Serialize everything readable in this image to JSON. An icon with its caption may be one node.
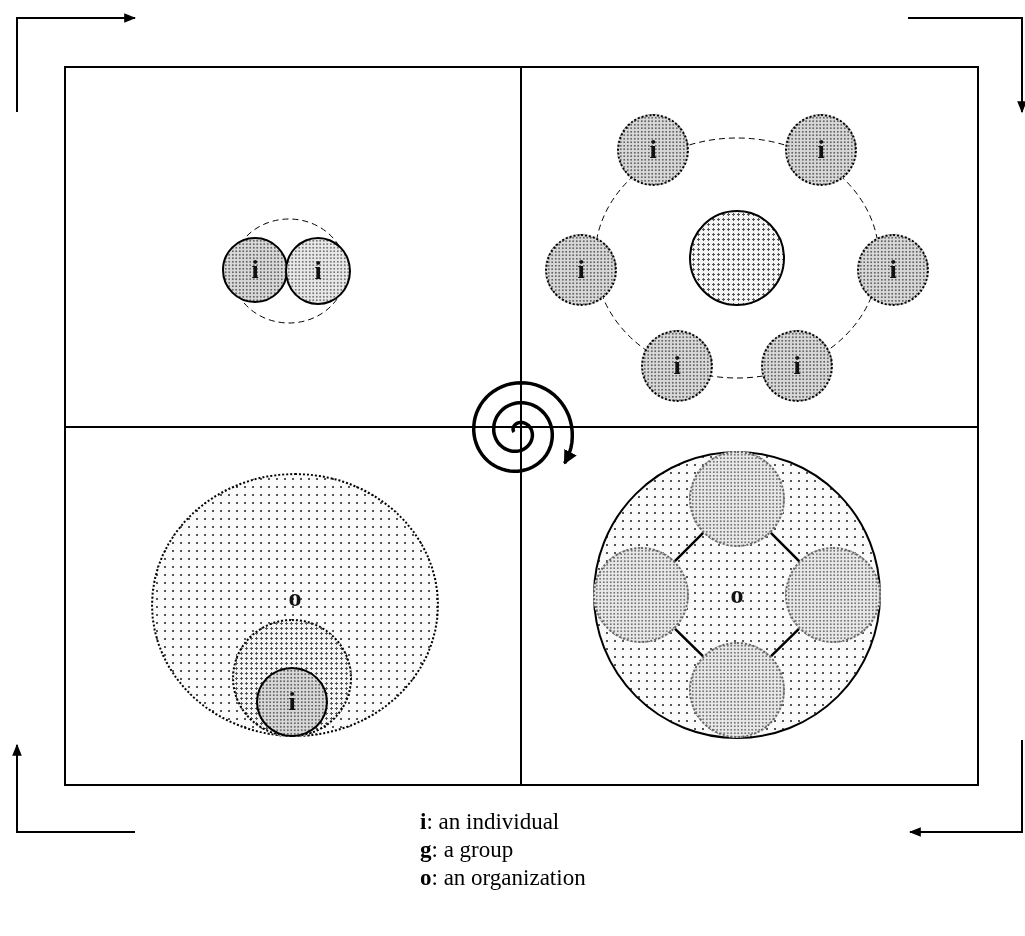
{
  "diagram": {
    "nodes": [
      {
        "text": [
          "i"
        ]
      },
      {
        "text": [
          "i"
        ]
      },
      {
        "text": [
          "i"
        ]
      },
      {
        "text": [
          "i"
        ]
      },
      {
        "text": [
          "i"
        ]
      },
      {
        "text": [],
        "shape": "circle"
      },
      {
        "text": [
          "i"
        ]
      },
      {
        "text": [
          "i"
        ]
      },
      {
        "text": [
          "i"
        ]
      },
      {
        "text": [
          "o"
        ]
      },
      {
        "text": [],
        "shape": "circle",
        "in": 9
      },
      {
        "text": [
          "i"
        ],
        "in": 10
      },
      {
        "text": [
          "o"
        ]
      },
      {
        "text": [],
        "shape": "circle",
        "in": 12
      },
      {
        "text": [],
        "shape": "circle",
        "in": 12
      },
      {
        "text": [],
        "shape": "circle",
        "in": 12
      },
      {
        "text": [],
        "shape": "circle",
        "in": 12
      }
    ],
    "edges": [
      {
        "from": 13,
        "to": 14,
        "arrow": "none"
      },
      {
        "from": 13,
        "to": 15,
        "arrow": "none"
      },
      {
        "from": 14,
        "to": 16,
        "arrow": "none"
      },
      {
        "from": 15,
        "to": 16,
        "arrow": "none"
      }
    ],
    "labels": [
      "**i**: an individual",
      "**g**: a group",
      "**o**: an organization"
    ]
  }
}
